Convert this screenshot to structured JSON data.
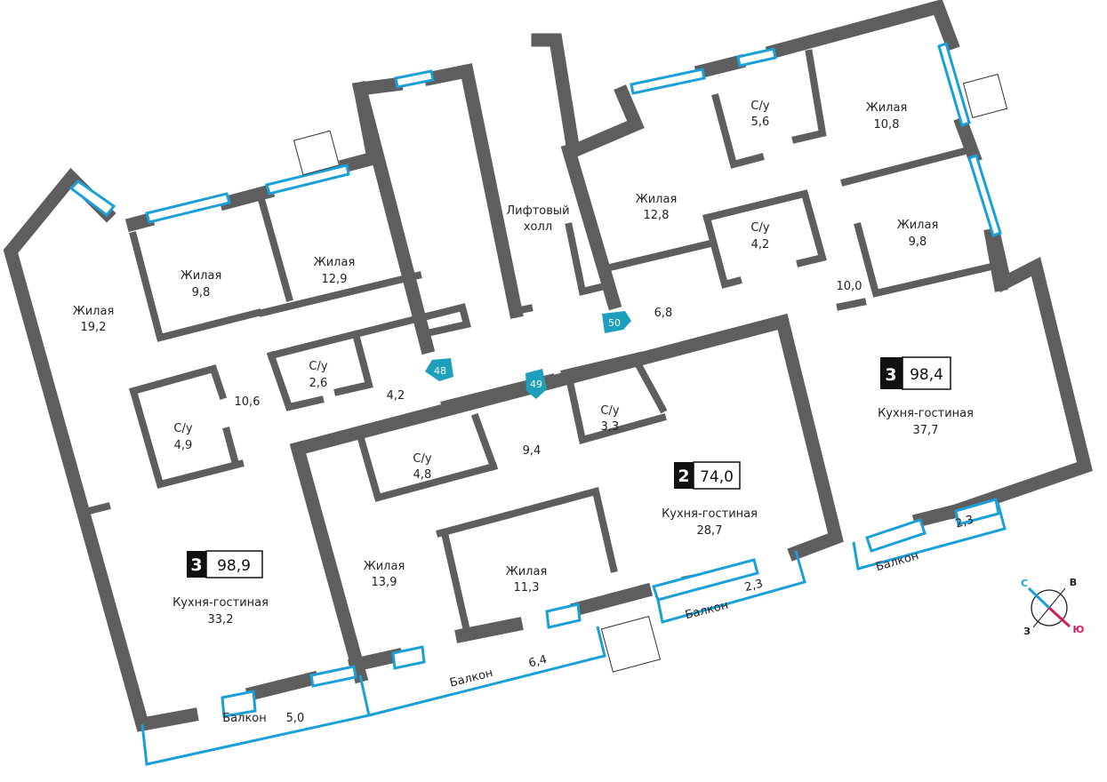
{
  "rooms": {
    "r1": {
      "name": "Жилая",
      "area": "19,2"
    },
    "r2": {
      "name": "Жилая",
      "area": "9,8"
    },
    "r3": {
      "name": "Жилая",
      "area": "12,9"
    },
    "r4": {
      "name": "С/у",
      "area": "2,6"
    },
    "r5": {
      "area": "4,2"
    },
    "r6": {
      "name": "С/у",
      "area": "4,9"
    },
    "r7": {
      "area": "10,6"
    },
    "r8": {
      "name": "Лифтовый",
      "name2": "холл"
    },
    "r9": {
      "name": "Жилая",
      "area": "12,8"
    },
    "r10": {
      "name": "С/у",
      "area": "5,6"
    },
    "r11": {
      "name": "Жилая",
      "area": "10,8"
    },
    "r12": {
      "name": "С/у",
      "area": "4,2"
    },
    "r13": {
      "name": "Жилая",
      "area": "9,8"
    },
    "r14": {
      "area": "10,0"
    },
    "r15": {
      "area": "6,8"
    },
    "r16": {
      "name": "С/у",
      "area": "3,3"
    },
    "r17": {
      "area": "9,4"
    },
    "r18": {
      "name": "С/у",
      "area": "4,8"
    },
    "r19": {
      "name": "Кухня-гостиная",
      "area": "28,7"
    },
    "r20": {
      "name": "Жилая",
      "area": "13,9"
    },
    "r21": {
      "name": "Жилая",
      "area": "11,3"
    },
    "r22": {
      "name": "Кухня-гостиная",
      "area": "33,2"
    },
    "r23": {
      "name": "Кухня-гостиная",
      "area": "37,7"
    }
  },
  "balconies": [
    {
      "name": "Балкон",
      "area": "6,4"
    },
    {
      "name": "Балкон",
      "area": "5,0"
    },
    {
      "name": "Балкон",
      "area": "2,3"
    },
    {
      "name": "Балкон",
      "area": "2,3"
    }
  ],
  "apartments": [
    {
      "rooms": "3",
      "area": "98,9"
    },
    {
      "rooms": "2",
      "area": "74,0"
    },
    {
      "rooms": "3",
      "area": "98,4"
    }
  ],
  "doors": [
    "48",
    "49",
    "50"
  ],
  "compass": {
    "n": "С",
    "e": "В",
    "s": "Ю",
    "w": "З",
    "n_color": "#1aa0d8",
    "s_color": "#d01e5a"
  },
  "colors": {
    "wall": "#5e5e5e",
    "window": "#1aa0d8",
    "marker": "#1e9fbd"
  }
}
